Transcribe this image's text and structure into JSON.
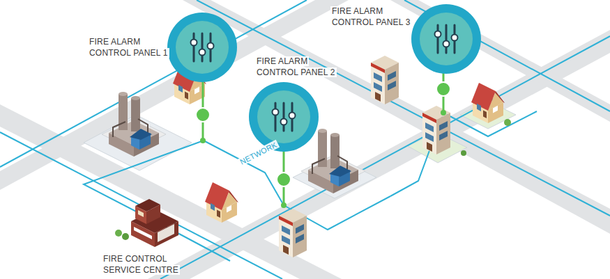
{
  "diagram": {
    "nodes": [
      {
        "text": [
          "FIRE ALARM CONTROL PANEL 1"
        ]
      },
      {
        "text": [
          "FIRE ALARM CONTROL PANEL 2"
        ]
      },
      {
        "text": [
          "FIRE ALARM CONTROL PANEL 3"
        ]
      }
    ],
    "labels": [
      "NETWORK",
      "FIRE CONTROL SERVICE CENTRE"
    ]
  }
}
